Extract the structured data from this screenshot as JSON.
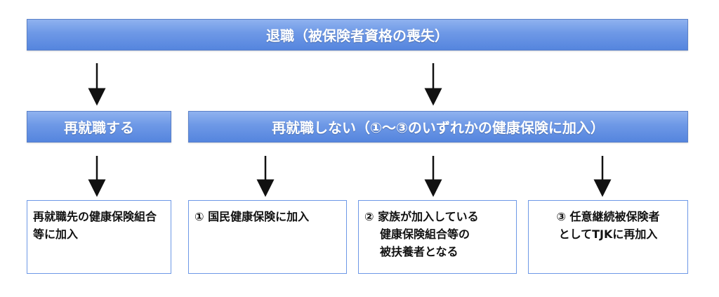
{
  "top": {
    "label": "退職（被保険者資格の喪失）"
  },
  "branches": {
    "rejob": "再就職する",
    "no_rejob": "再就職しない（①〜③のいずれかの健康保険に加入）"
  },
  "options": {
    "rejob_option": "再就職先の健康保険組合等に加入",
    "option1": "① 国民健康保険に加入",
    "option2": [
      "② 家族が加入している",
      "健康保険組合等の",
      "被扶養者となる"
    ],
    "option3": [
      "③ 任意継続被保険者",
      "としてTJKに再加入"
    ]
  },
  "colors": {
    "header_blue": "#6d98e6",
    "border_blue": "#6d98e6",
    "arrow": "#111111"
  }
}
